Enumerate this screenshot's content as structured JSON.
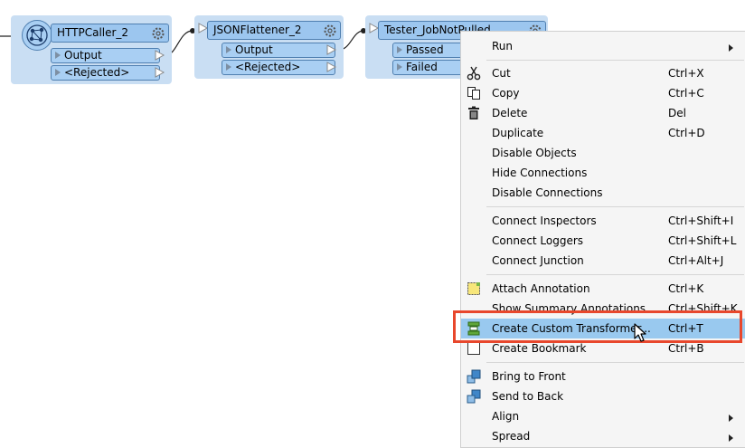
{
  "canvas": {
    "transformers": [
      {
        "title": "HTTPCaller_2",
        "ports": [
          "Output",
          "<Rejected>"
        ]
      },
      {
        "title": "JSONFlattener_2",
        "ports": [
          "Output",
          "<Rejected>"
        ]
      },
      {
        "title": "Tester_JobNotPulled",
        "ports": [
          "Passed",
          "Failed"
        ]
      }
    ]
  },
  "context_menu": {
    "items": [
      {
        "label": "Run",
        "shortcut": "",
        "submenu": true,
        "icon": ""
      },
      {
        "label": "Cut",
        "shortcut": "Ctrl+X",
        "icon": "scissors-icon"
      },
      {
        "label": "Copy",
        "shortcut": "Ctrl+C",
        "icon": "copy-icon"
      },
      {
        "label": "Delete",
        "shortcut": "Del",
        "icon": "trash-icon"
      },
      {
        "label": "Duplicate",
        "shortcut": "Ctrl+D",
        "icon": ""
      },
      {
        "label": "Disable Objects",
        "shortcut": "",
        "icon": ""
      },
      {
        "label": "Hide Connections",
        "shortcut": "",
        "icon": ""
      },
      {
        "label": "Disable Connections",
        "shortcut": "",
        "icon": ""
      },
      {
        "label": "Connect Inspectors",
        "shortcut": "Ctrl+Shift+I",
        "icon": ""
      },
      {
        "label": "Connect Loggers",
        "shortcut": "Ctrl+Shift+L",
        "icon": ""
      },
      {
        "label": "Connect Junction",
        "shortcut": "Ctrl+Alt+J",
        "icon": ""
      },
      {
        "label": "Attach Annotation",
        "shortcut": "Ctrl+K",
        "icon": "annotation-icon"
      },
      {
        "label": "Show Summary Annotations",
        "shortcut": "Ctrl+Shift+K",
        "icon": ""
      },
      {
        "label": "Create Custom Transformer...",
        "shortcut": "Ctrl+T",
        "icon": "custom-transformer-icon",
        "highlighted": true
      },
      {
        "label": "Create Bookmark",
        "shortcut": "Ctrl+B",
        "icon": "bookmark-icon"
      },
      {
        "label": "Bring to Front",
        "shortcut": "",
        "icon": "bring-to-front-icon"
      },
      {
        "label": "Send to Back",
        "shortcut": "",
        "icon": "send-to-back-icon"
      },
      {
        "label": "Align",
        "shortcut": "",
        "submenu": true,
        "icon": ""
      },
      {
        "label": "Spread",
        "shortcut": "",
        "submenu": true,
        "icon": ""
      }
    ]
  },
  "colors": {
    "highlight": "#99c9ef",
    "callout_border": "#e8472c",
    "transformer_bg": "#c9def3",
    "transformer_header": "#9cc6ef"
  }
}
